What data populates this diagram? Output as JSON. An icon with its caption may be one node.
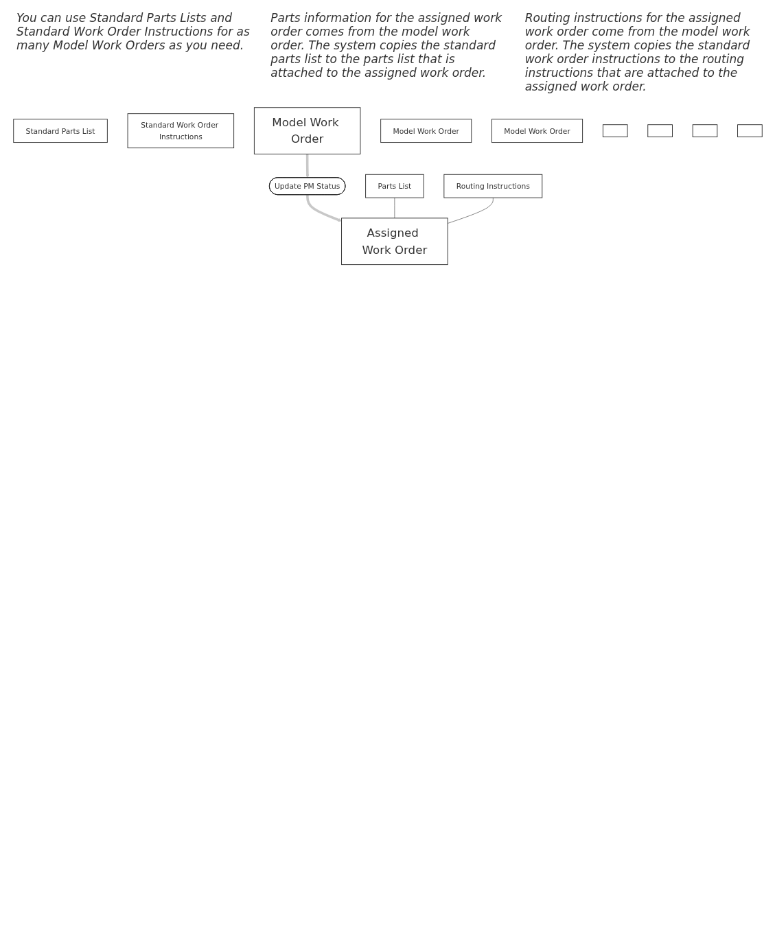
{
  "diagram": {
    "nodes": [
      {
        "text": [
          "Standard Parts List"
        ]
      },
      {
        "text": [
          "Standard Work Order Instructions"
        ]
      },
      {
        "text": [
          "Model Work Order"
        ]
      },
      {
        "text": [
          "Model Work Order"
        ]
      },
      {
        "text": [
          "Model Work Order"
        ]
      },
      {
        "text": [],
        "shape": "box"
      },
      {
        "text": [],
        "shape": "box"
      },
      {
        "text": [],
        "shape": "box"
      },
      {
        "text": [],
        "shape": "box"
      },
      {
        "text": [
          "Update PM Status"
        ]
      },
      {
        "text": [
          "Parts List"
        ]
      },
      {
        "text": [
          "Routing Instructions"
        ]
      },
      {
        "text": [
          "Assigned Work Order"
        ]
      }
    ],
    "edges": [
      {
        "from": 2,
        "to": 9,
        "arrow": "to",
        "style": "thick",
        "color": "#c8c8c8"
      },
      {
        "from": 9,
        "to": 12,
        "arrow": "to",
        "style": "thick",
        "color": "#c8c8c8"
      },
      {
        "from": 10,
        "to": 12,
        "arrow": "none",
        "color": "#333333"
      },
      {
        "from": 11,
        "to": 12,
        "arrow": "none",
        "color": "#333333"
      }
    ],
    "labels": [
      "You can use Standard Parts Lists and Standard Work Order Instructions for as many Model Work Orders as you need.",
      "Parts information for the assigned work order comes from the model work order. The system copies the standard parts list to the parts list that is attached to the assigned work order.",
      "Routing instructions for the assigned work order come from the model work order. The system copies the standard work order instructions to the routing instructions that are attached to the assigned work order."
    ]
  }
}
